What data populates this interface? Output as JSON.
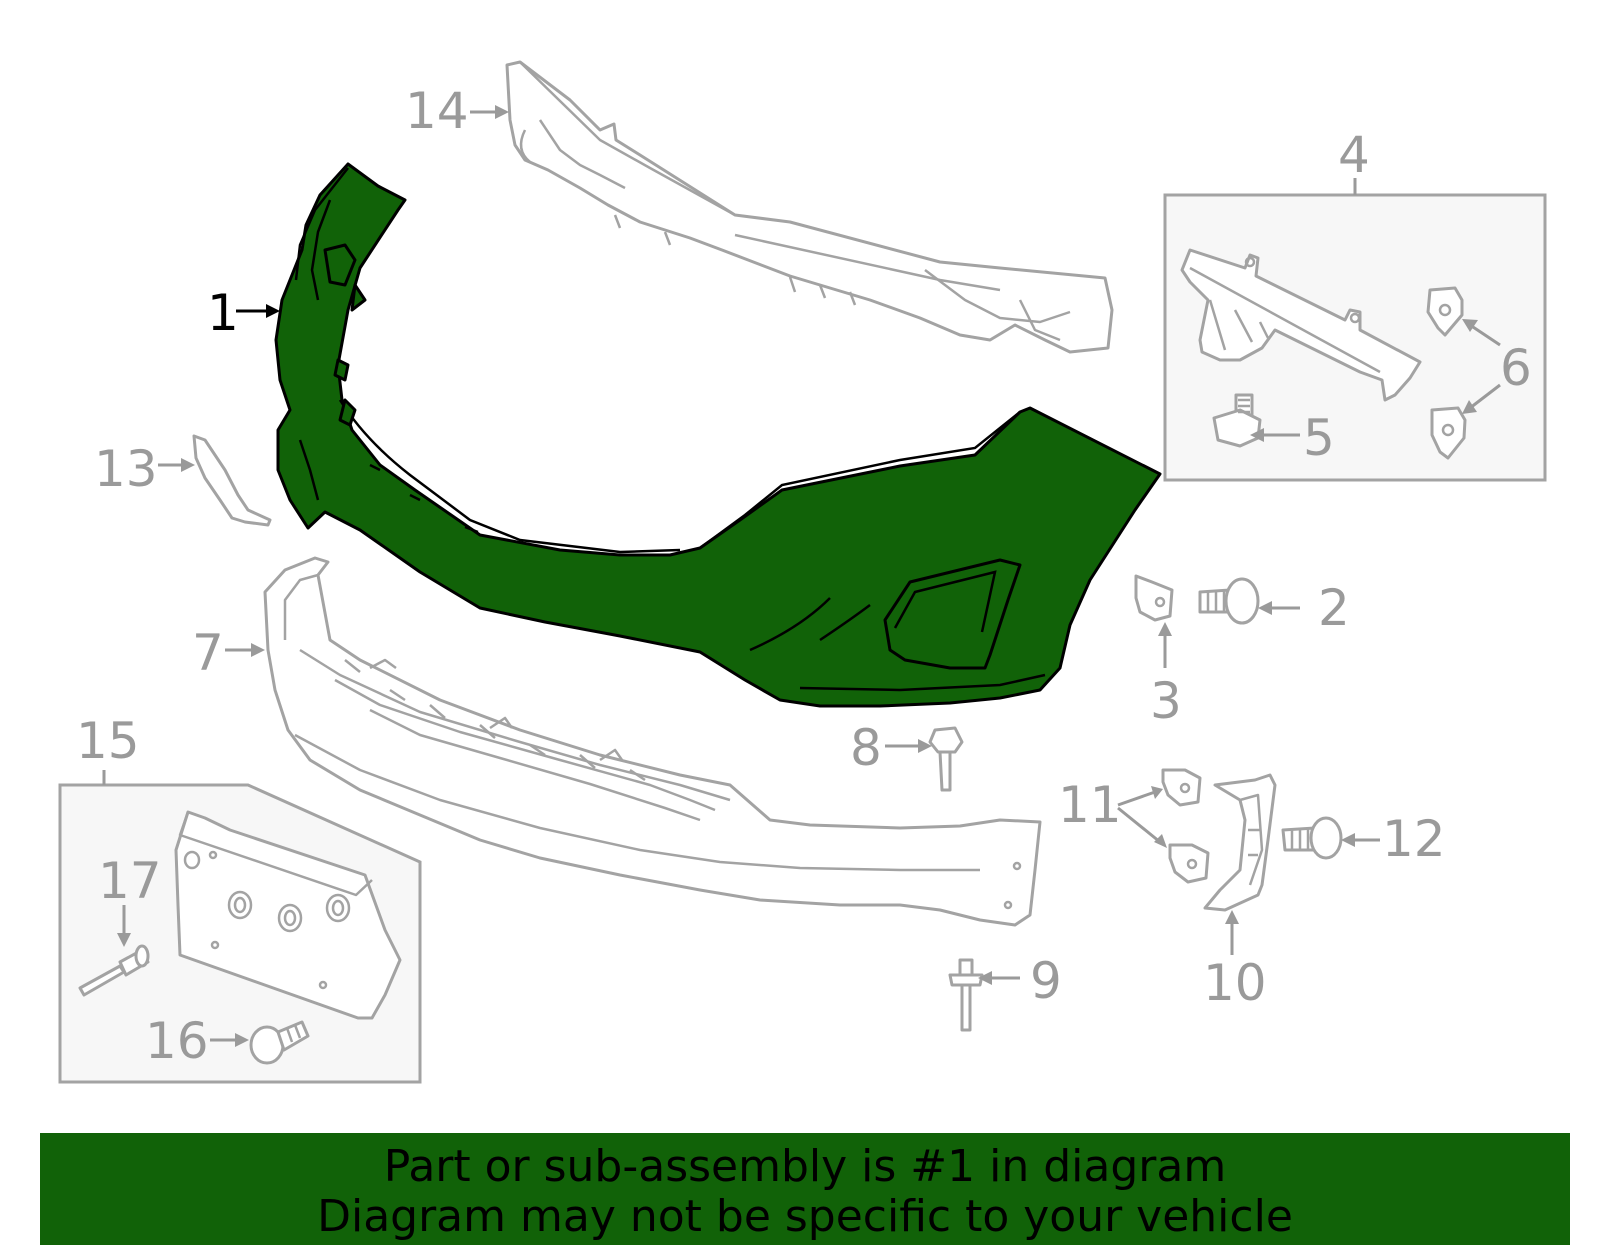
{
  "callouts": {
    "c1": "1",
    "c2": "2",
    "c3": "3",
    "c4": "4",
    "c5": "5",
    "c6": "6",
    "c7": "7",
    "c8": "8",
    "c9": "9",
    "c10": "10",
    "c11": "11",
    "c12": "12",
    "c13": "13",
    "c14": "14",
    "c15": "15",
    "c16": "16",
    "c17": "17"
  },
  "banner": {
    "line1": "Part or sub-assembly is #1 in diagram",
    "line2": "Diagram may not be specific to your vehicle"
  },
  "colors": {
    "highlight": "#116208",
    "outline": "#a3a3a3",
    "label": "#9a9a9a",
    "banner_bg": "#116208",
    "banner_text": "#000000"
  }
}
